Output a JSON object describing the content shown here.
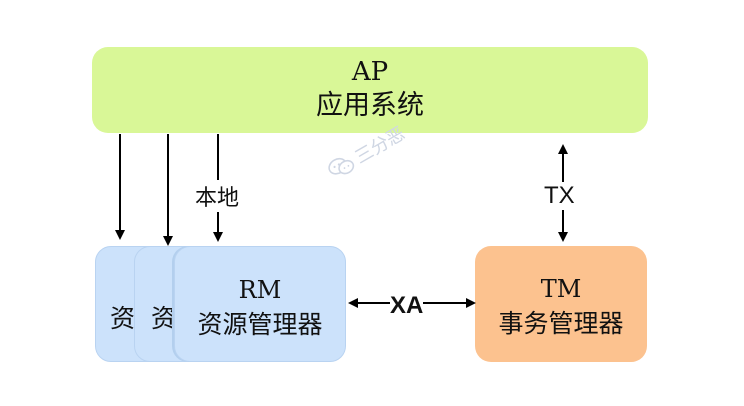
{
  "ap": {
    "title": "AP",
    "subtitle": "应用系统"
  },
  "rm_back1": {
    "label": "资"
  },
  "rm_back2": {
    "label": "资"
  },
  "rm": {
    "title": "RM",
    "subtitle": "资源管理器"
  },
  "tm": {
    "title": "TM",
    "subtitle": "事务管理器"
  },
  "edges": {
    "local": "本地",
    "tx": "TX",
    "xa": "XA"
  },
  "watermark": {
    "text": "三分恶",
    "icon": "wechat-icon"
  },
  "colors": {
    "ap": "#d9f797",
    "rm": "#cce2fb",
    "tm": "#fcc28f",
    "arrow": "#000000"
  }
}
